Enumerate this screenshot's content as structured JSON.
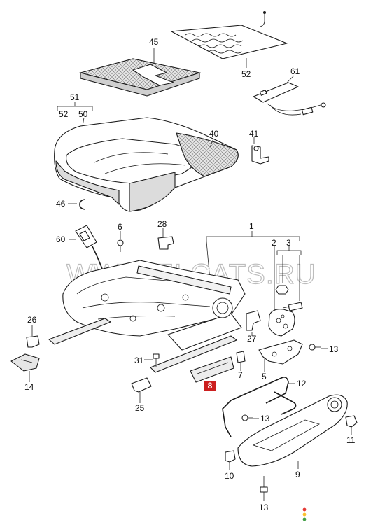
{
  "watermark": "WWW.ELCATS.RU",
  "highlighted_part": "8",
  "labels": {
    "p45": "45",
    "p52_top": "52",
    "p61": "61",
    "p51": "51",
    "p52_group": "52",
    "p50": "50",
    "p40": "40",
    "p41": "41",
    "p46": "46",
    "p6": "6",
    "p28": "28",
    "p60": "60",
    "p1": "1",
    "p2": "2",
    "p3": "3",
    "p26": "26",
    "p14": "14",
    "p27": "27",
    "p13_a": "13",
    "p31": "31",
    "p7": "7",
    "p5": "5",
    "p12": "12",
    "p25": "25",
    "p13_b": "13",
    "p11": "11",
    "p10": "10",
    "p9": "9",
    "p13_c": "13"
  },
  "colors": {
    "highlight": "#cc1f1f",
    "status_dots": [
      "#e53935",
      "#fbc02d",
      "#43a047"
    ]
  }
}
